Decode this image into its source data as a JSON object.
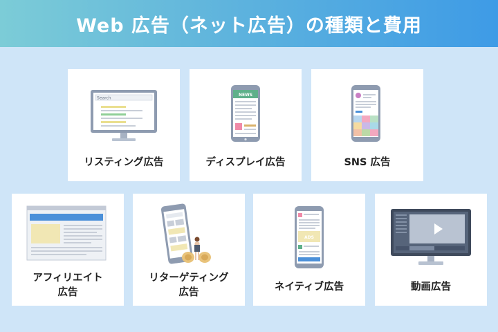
{
  "header": {
    "title": "Web 広告（ネット広告）の種類と費用"
  },
  "cards": [
    {
      "label": "リスティング広告",
      "icon": "search-monitor-icon"
    },
    {
      "label": "ディスプレイ広告",
      "icon": "news-phone-icon"
    },
    {
      "label": "SNS 広告",
      "icon": "sns-phone-icon"
    },
    {
      "label_lines": [
        "アフィリエイト",
        "広告"
      ],
      "icon": "web-page-icon"
    },
    {
      "label_lines": [
        "リターゲティング",
        "広告"
      ],
      "icon": "retargeting-phone-icon"
    },
    {
      "label": "ネイティブ広告",
      "icon": "native-ads-phone-icon"
    },
    {
      "label": "動画広告",
      "icon": "video-monitor-icon"
    }
  ],
  "illustration_text": {
    "search": "Search",
    "news": "NEWS",
    "ads": "ADS"
  },
  "colors": {
    "background": "#cfe5f8",
    "header_gradient_start": "#7cccd7",
    "header_gradient_end": "#3e9be6",
    "device_frame": "#8e9bb0",
    "accent_green": "#5fb08a",
    "accent_blue": "#4b90d9"
  }
}
